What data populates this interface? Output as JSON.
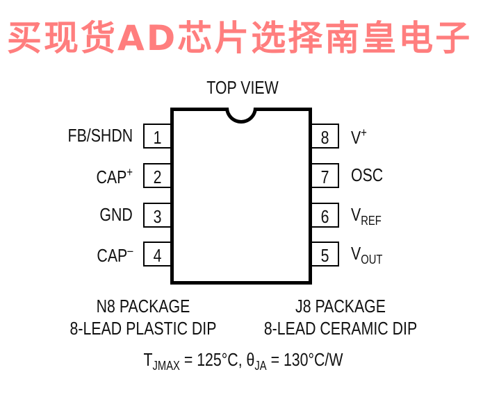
{
  "title": "TOP VIEW",
  "left_pins": [
    {
      "num": "1",
      "name": "FB/SHDN"
    },
    {
      "num": "2",
      "name": "CAP",
      "sup": "+"
    },
    {
      "num": "3",
      "name": "GND"
    },
    {
      "num": "4",
      "name": "CAP",
      "sup": "–"
    }
  ],
  "right_pins": [
    {
      "num": "8",
      "name": "V",
      "sup": "+"
    },
    {
      "num": "7",
      "name": "OSC"
    },
    {
      "num": "6",
      "name": "V",
      "sub": "REF"
    },
    {
      "num": "5",
      "name": "V",
      "sub": "OUT"
    }
  ],
  "packages": {
    "left": {
      "line1": "N8 PACKAGE",
      "line2": "8-LEAD PLASTIC DIP"
    },
    "right": {
      "line1": "J8 PACKAGE",
      "line2": "8-LEAD CERAMIC DIP"
    }
  },
  "thermal": {
    "t": "T",
    "t_sub": "JMAX",
    "t_val": " = 125°C, ",
    "theta": "θ",
    "theta_sub": "JA",
    "theta_val": " = 130°C/W"
  },
  "watermark": "买现货AD芯片选择南皇电子"
}
